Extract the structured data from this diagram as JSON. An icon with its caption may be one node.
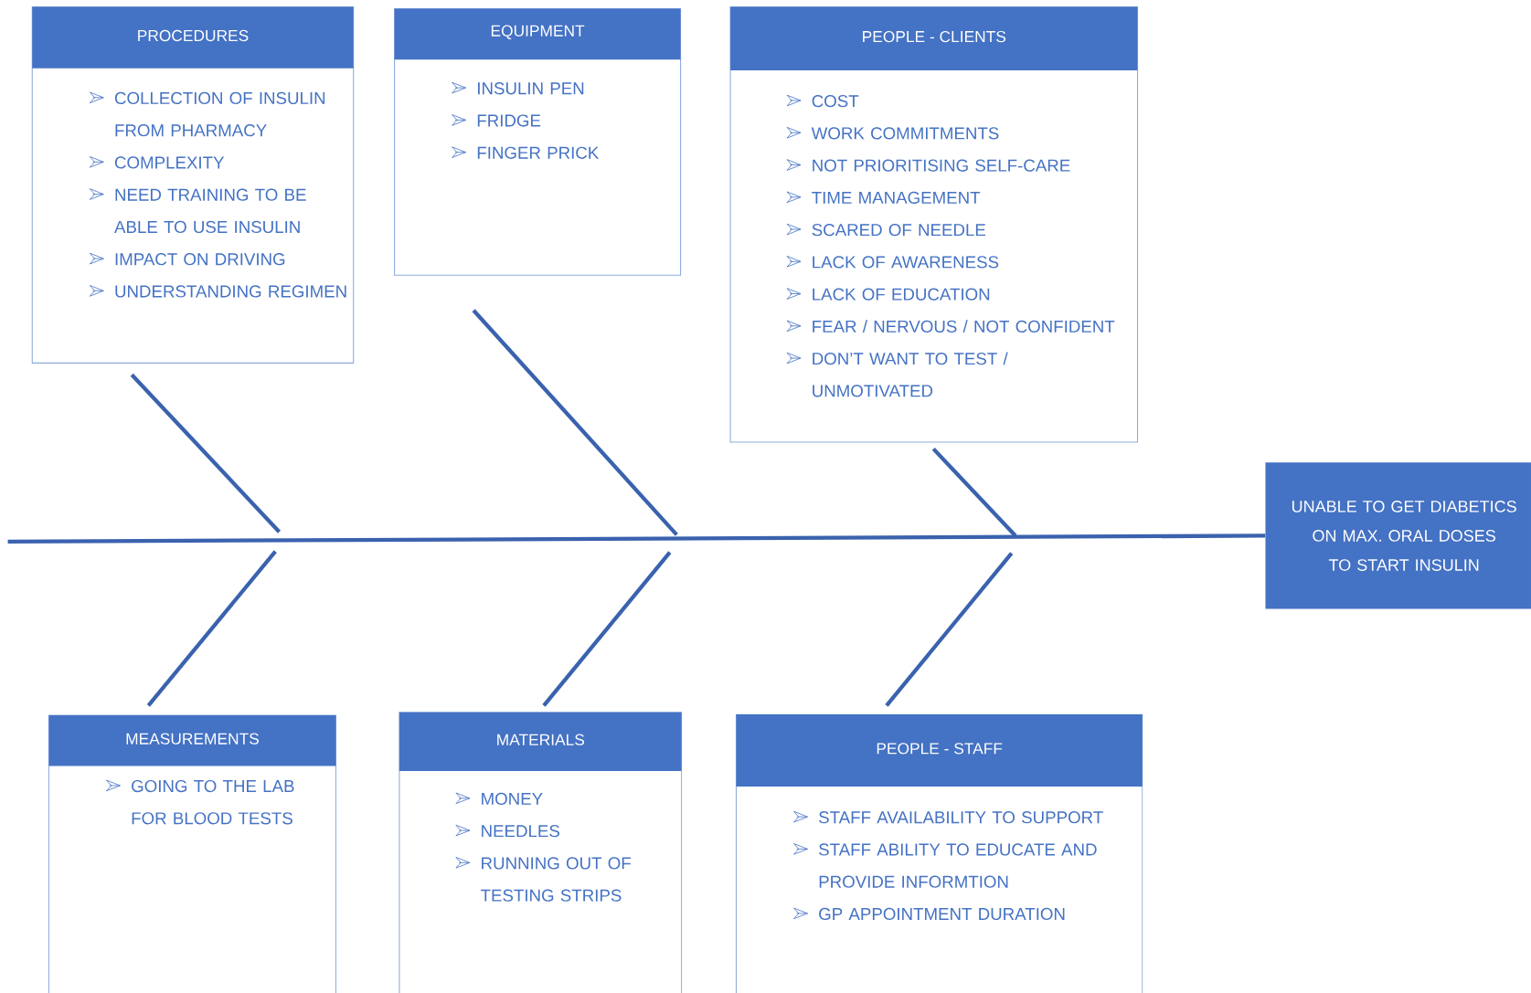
{
  "diagram": {
    "nodes": [
      {
        "text": [
          "PROCEDURES",
          "COLLECTION OF INSULIN FROM PHARMACY",
          "COMPLEXITY",
          "NEED TRAINING TO BE ABLE TO USE INSULIN",
          "IMPACT ON DRIVING",
          "UNDERSTANDING REGIMEN"
        ]
      },
      {
        "text": [
          "EQUIPMENT",
          "INSULIN PEN",
          "FRIDGE",
          "FINGER PRICK"
        ]
      },
      {
        "text": [
          "PEOPLE - CLIENTS",
          "COST",
          "WORK COMMITMENTS",
          "NOT PRIORITISING SELF-CARE",
          "TIME MANAGEMENT",
          "SCARED OF NEEDLE",
          "LACK OF AWARENESS",
          "LACK OF EDUCATION",
          "FEAR / NERVOUS / NOT CONFIDENT",
          "DON’T WANT TO TEST / UNMOTIVATED"
        ]
      },
      {
        "text": [
          "MEASUREMENTS",
          "GOING TO THE LAB FOR BLOOD TESTS"
        ]
      },
      {
        "text": [
          "MATERIALS",
          "MONEY",
          "NEEDLES",
          "RUNNING OUT OF TESTING STRIPS"
        ]
      },
      {
        "text": [
          "PEOPLE - STAFF",
          "STAFF AVAILABILITY TO SUPPORT",
          "STAFF ABILITY TO EDUCATE AND PROVIDE INFORMTION",
          "GP APPOINTMENT DURATION"
        ]
      },
      {
        "text": [
          "UNABLE TO GET DIABETICS ON MAX. ORAL DOSES TO START INSULIN"
        ]
      }
    ],
    "edges": [
      {
        "from": 0,
        "to": null,
        "arrow": "none"
      },
      {
        "from": 1,
        "to": null,
        "arrow": "none"
      },
      {
        "from": 2,
        "to": null,
        "arrow": "none"
      },
      {
        "from": 3,
        "to": null,
        "arrow": "none"
      },
      {
        "from": 4,
        "to": null,
        "arrow": "none"
      },
      {
        "from": 5,
        "to": null,
        "arrow": "none"
      },
      {
        "from": null,
        "to": 6,
        "arrow": "none"
      }
    ]
  }
}
